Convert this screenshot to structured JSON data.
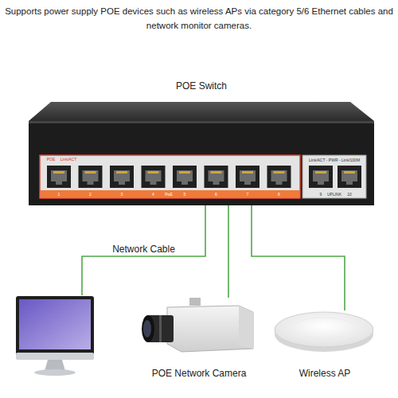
{
  "diagram": {
    "title": "Supports power supply POE devices such as wireless APs via category 5/6 Ethernet cables and network monitor cameras.",
    "nodes": [
      {
        "text": [
          "POE Switch"
        ]
      },
      {
        "text": []
      },
      {
        "text": [
          "POE Network Camera"
        ]
      },
      {
        "text": [
          "Wireless AP"
        ]
      }
    ],
    "edges": [
      {
        "from": 0,
        "to": 1,
        "label": "Network Cable",
        "arrow": "none"
      },
      {
        "from": 0,
        "to": 2,
        "arrow": "none"
      },
      {
        "from": 0,
        "to": 3,
        "arrow": "none"
      }
    ],
    "labels": [
      "POE",
      "Link/ACT",
      "1",
      "2",
      "3",
      "4",
      "PoE",
      "5",
      "6",
      "7",
      "8",
      "Link/ACT - PWR - Link/100M",
      "9",
      "UPLINK",
      "10"
    ]
  }
}
